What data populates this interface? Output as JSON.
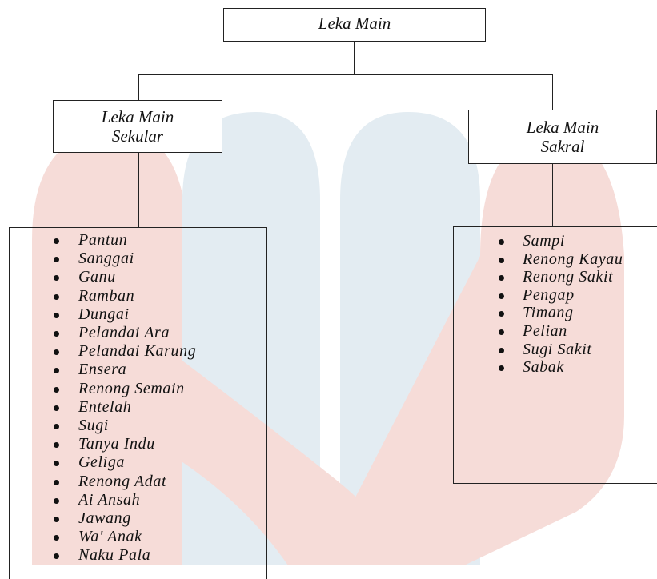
{
  "watermark": {
    "colors": {
      "red": "#f6dcd8",
      "blue": "#e3ecf2"
    }
  },
  "root": {
    "label": "Leka Main"
  },
  "branches": {
    "secular": {
      "label_line1": "Leka Main",
      "label_line2": "Sekular",
      "items": [
        "Pantun",
        "Sanggai",
        "Ganu",
        "Ramban",
        "Dungai",
        "Pelandai Ara",
        "Pelandai Karung",
        "Ensera",
        "Renong Semain",
        "Entelah",
        "Sugi",
        "Tanya Indu",
        "Geliga",
        "Renong Adat",
        "Ai Ansah",
        "Jawang",
        "Wa' Anak",
        "Naku Pala"
      ]
    },
    "sacred": {
      "label_line1": "Leka Main",
      "label_line2": "Sakral",
      "items": [
        "Sampi",
        "Renong Kayau",
        "Renong Sakit",
        "Pengap",
        "Timang",
        "Pelian",
        "Sugi Sakit",
        "Sabak"
      ]
    }
  }
}
